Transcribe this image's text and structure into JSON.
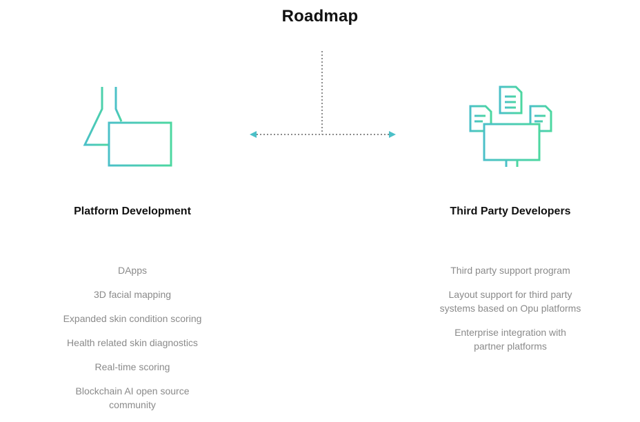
{
  "title": "Roadmap",
  "accent_colors": {
    "gradient_start": "#4bc0c8",
    "gradient_end": "#4cd7a0",
    "connector": "#8a8a8a",
    "arrow": "#4bc0c8"
  },
  "left": {
    "icon": "flask-laptop-chart-icon",
    "title": "Platform Development",
    "items": [
      "DApps",
      "3D facial mapping",
      "Expanded skin condition scoring",
      "Health related skin diagnostics",
      "Real-time scoring",
      "Blockchain AI open source community"
    ]
  },
  "right": {
    "icon": "monitor-documents-chart-icon",
    "title": "Third Party Developers",
    "items": [
      "Third party support program",
      "Layout support for third party systems based on Opu platforms",
      "Enterprise integration with partner platforms"
    ]
  }
}
